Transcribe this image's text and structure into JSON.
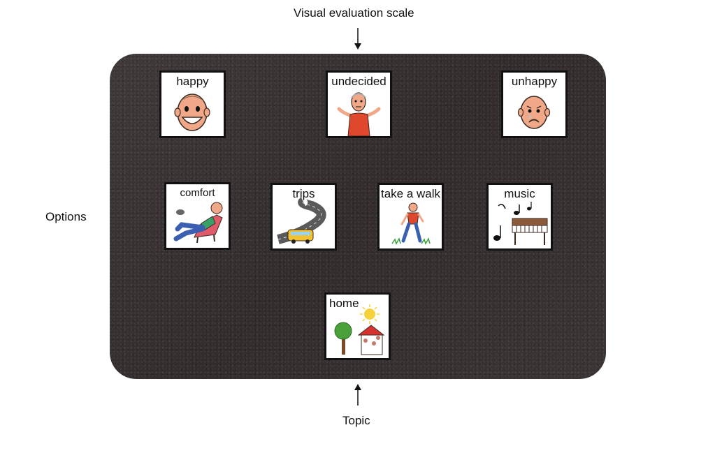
{
  "labels": {
    "top": "Visual evaluation scale",
    "left": "Options",
    "bottom": "Topic"
  },
  "scale": {
    "happy": "happy",
    "undecided": "undecided",
    "unhappy": "unhappy"
  },
  "options": {
    "comfort": "comfort",
    "trips": "trips",
    "walk": "take a walk",
    "music": "music"
  },
  "topic": {
    "home": "home"
  },
  "colors": {
    "board": "#3a3434",
    "skin": "#f0a889",
    "shirt": "#e0482e",
    "bus": "#f2c230",
    "roof": "#d6322f"
  }
}
